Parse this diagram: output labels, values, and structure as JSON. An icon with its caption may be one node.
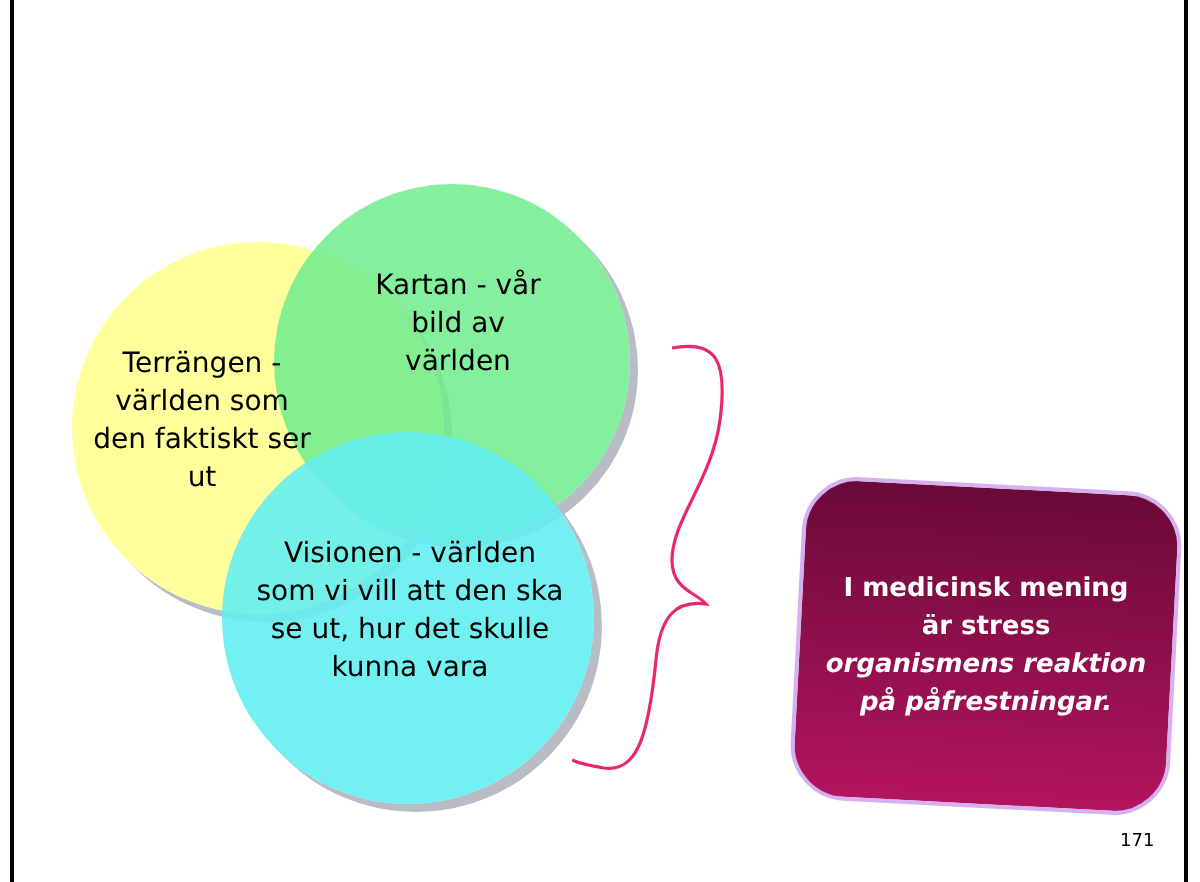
{
  "diagram": {
    "nodes": [
      {
        "text": [
          "Terrängen - världen som den faktiskt ser ut"
        ]
      },
      {
        "text": [
          "Kartan - vår bild av världen"
        ]
      },
      {
        "text": [
          "Visionen - världen som vi vill att den ska se ut, hur det skulle kunna vara"
        ]
      },
      {
        "text": [
          "I medicinsk mening är stress *organismens reaktion på påfrestningar.*"
        ]
      }
    ],
    "edges": [],
    "labels": [
      "171"
    ]
  }
}
